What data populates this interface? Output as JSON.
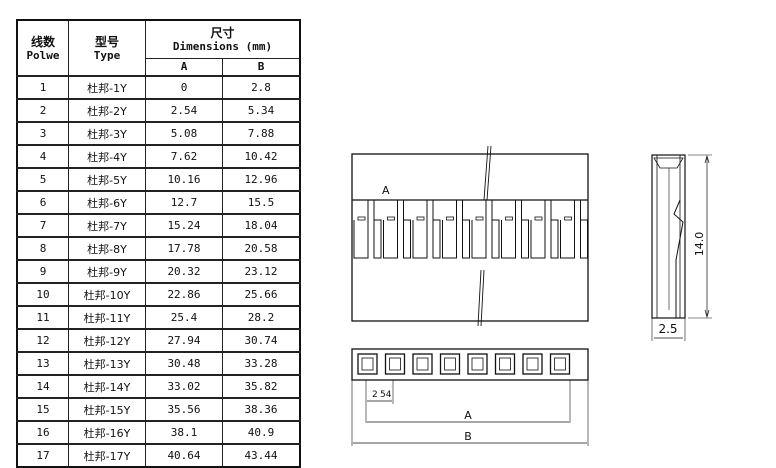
{
  "table": {
    "headers": {
      "col0_cn": "线数",
      "col0_en": "Polwe",
      "col1_cn": "型号",
      "col1_en": "Type",
      "dims_cn": "尺寸",
      "dims_en": "Dimensions (mm)",
      "col_a": "A",
      "col_b": "B"
    },
    "rows": [
      {
        "n": "1",
        "type": "杜邦-1Y",
        "a": "0",
        "b": "2.8"
      },
      {
        "n": "2",
        "type": "杜邦-2Y",
        "a": "2.54",
        "b": "5.34"
      },
      {
        "n": "3",
        "type": "杜邦-3Y",
        "a": "5.08",
        "b": "7.88"
      },
      {
        "n": "4",
        "type": "杜邦-4Y",
        "a": "7.62",
        "b": "10.42"
      },
      {
        "n": "5",
        "type": "杜邦-5Y",
        "a": "10.16",
        "b": "12.96"
      },
      {
        "n": "6",
        "type": "杜邦-6Y",
        "a": "12.7",
        "b": "15.5"
      },
      {
        "n": "7",
        "type": "杜邦-7Y",
        "a": "15.24",
        "b": "18.04"
      },
      {
        "n": "8",
        "type": "杜邦-8Y",
        "a": "17.78",
        "b": "20.58"
      },
      {
        "n": "9",
        "type": "杜邦-9Y",
        "a": "20.32",
        "b": "23.12"
      },
      {
        "n": "10",
        "type": "杜邦-10Y",
        "a": "22.86",
        "b": "25.66"
      },
      {
        "n": "11",
        "type": "杜邦-11Y",
        "a": "25.4",
        "b": "28.2"
      },
      {
        "n": "12",
        "type": "杜邦-12Y",
        "a": "27.94",
        "b": "30.74"
      },
      {
        "n": "13",
        "type": "杜邦-13Y",
        "a": "30.48",
        "b": "33.28"
      },
      {
        "n": "14",
        "type": "杜邦-14Y",
        "a": "33.02",
        "b": "35.82"
      },
      {
        "n": "15",
        "type": "杜邦-15Y",
        "a": "35.56",
        "b": "38.36"
      },
      {
        "n": "16",
        "type": "杜邦-16Y",
        "a": "38.1",
        "b": "40.9"
      },
      {
        "n": "17",
        "type": "杜邦-17Y",
        "a": "40.64",
        "b": "43.44"
      }
    ]
  },
  "drawing": {
    "front_view_marker": "A",
    "side_height_label": "14.0",
    "side_width_label": "2.5",
    "pitch_label_1": "2",
    "pitch_label_2": "54",
    "dim_a_label": "A",
    "dim_b_label": "B",
    "line_color": "#111111"
  }
}
